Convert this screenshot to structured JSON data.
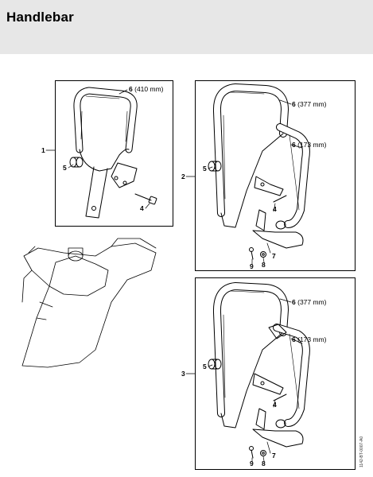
{
  "header": {
    "title": "Handlebar"
  },
  "assemblies": [
    {
      "number": "1"
    },
    {
      "number": "2"
    },
    {
      "number": "3"
    }
  ],
  "parts": {
    "p4": "4",
    "p5": "5",
    "p6": "6",
    "p7": "7",
    "p8": "8",
    "p9": "9"
  },
  "dimensions": {
    "d410": "(410 mm)",
    "d377": "(377 mm)",
    "d173": "(173 mm)"
  },
  "reference": "1142-BT-0007-A0",
  "colors": {
    "header_bg": "#e7e7e7",
    "line": "#000000"
  }
}
